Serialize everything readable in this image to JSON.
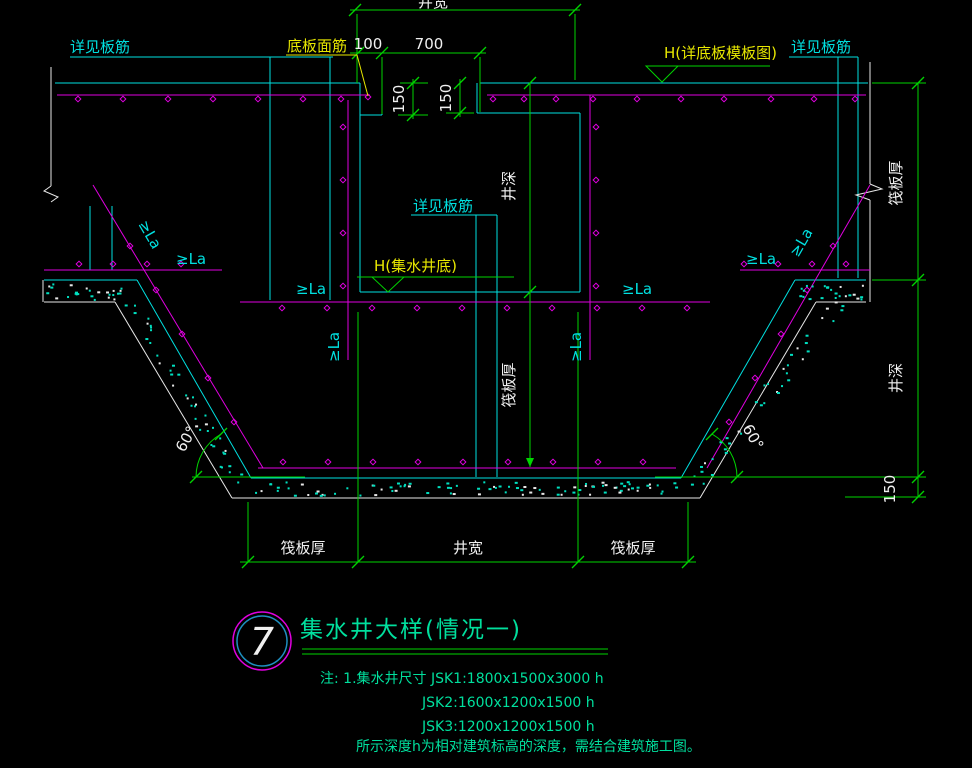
{
  "colors": {
    "background": "#000000",
    "dimension_green": "#00d400",
    "concrete_cyan": "#00e0e0",
    "rebar_magenta": "#e000e0",
    "callout_yellow": "#e8e800",
    "text_white": "#f0f0f0",
    "note_green": "#00df9d"
  },
  "labels": {
    "see_slab_rebar": "详见板筋",
    "bottom_slab_top_rebar": "底板面筋",
    "level_top_slab": "H(详底板模板图)",
    "level_pit_bottom": "H(集水井底)",
    "anchorage": "≥La",
    "angle_60": "60°",
    "well_width": "井宽",
    "well_depth": "井深",
    "raft_thickness": "筏板厚",
    "dim_100": "100",
    "dim_700": "700",
    "dim_150": "150"
  },
  "title": {
    "number": "7",
    "name": "集水井大样(情况一)"
  },
  "notes": {
    "line1": "注: 1.集水井尺寸 JSK1:1800x1500x3000 h",
    "line2": "JSK2:1600x1200x1500 h",
    "line3": "JSK3:1200x1200x1500 h",
    "line4": "所示深度h为相对建筑标高的深度，需结合建筑施工图。"
  }
}
